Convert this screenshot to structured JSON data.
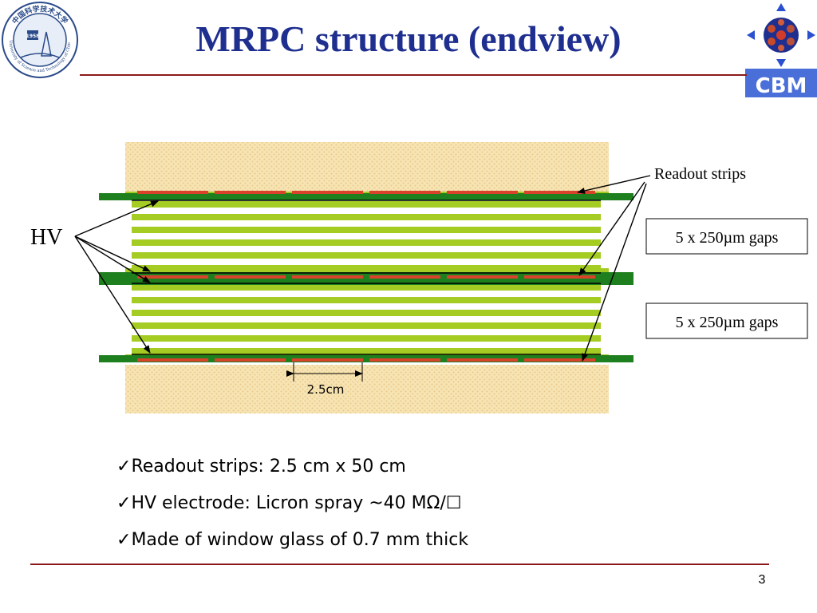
{
  "slide": {
    "title": "MRPC structure (endview)",
    "page_number": "3"
  },
  "logos": {
    "left": {
      "year": "1958",
      "ring_text": "University of Science and Technology of China",
      "chinese_text": "中国科学技术大学"
    },
    "right": {
      "text": "CBM"
    }
  },
  "diagram": {
    "labels": {
      "hv": "HV",
      "readout_strips": "Readout strips",
      "gaps_top": "5 x 250µm gaps",
      "gaps_bottom": "5 x 250µm gaps",
      "strip_width": "2.5cm"
    },
    "gap_count_per_stack": 5,
    "strips_per_plane": 6,
    "colors": {
      "board": "#f7e4b3",
      "board_dot": "#e8c98a",
      "glass": "#a4cc22",
      "electrode": "#1e7f1e",
      "strip": "#d9432b",
      "arrow": "#000000"
    }
  },
  "bullets": [
    {
      "check": "✓",
      "text": "Readout strips: 2.5 cm x 50 cm"
    },
    {
      "check": "✓",
      "text": "HV electrode: Licron spray ~40 MΩ/☐"
    },
    {
      "check": "✓",
      "text": "Made of window glass of 0.7 mm thick"
    }
  ]
}
